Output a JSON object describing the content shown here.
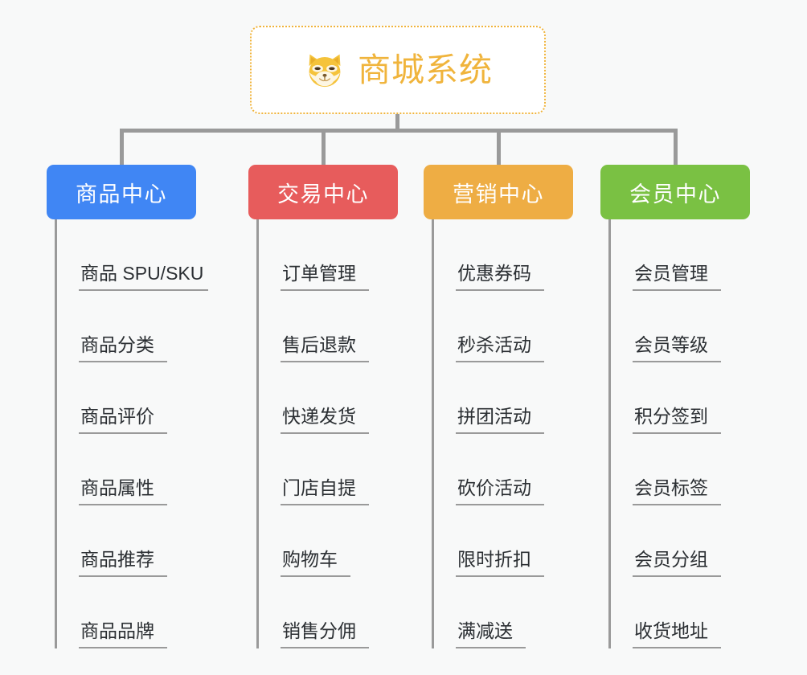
{
  "diagram": {
    "title": "商城系统",
    "type": "mindmap",
    "background_color": "#f8f9f9",
    "connector_color": "#9a9a9a"
  },
  "root": {
    "label": "商城系统",
    "icon": "shiba-dog-face-icon",
    "text_color": "#f0b43c",
    "border_color": "#f0b43c",
    "background_color": "#ffffff"
  },
  "branches": [
    {
      "id": "product-center",
      "label": "商品中心",
      "color": "#4086f4",
      "items": [
        {
          "label": "商品 SPU/SKU"
        },
        {
          "label": "商品分类"
        },
        {
          "label": "商品评价"
        },
        {
          "label": "商品属性"
        },
        {
          "label": "商品推荐"
        },
        {
          "label": "商品品牌"
        }
      ]
    },
    {
      "id": "trade-center",
      "label": "交易中心",
      "color": "#e75c5c",
      "items": [
        {
          "label": "订单管理"
        },
        {
          "label": "售后退款"
        },
        {
          "label": "快递发货"
        },
        {
          "label": "门店自提"
        },
        {
          "label": "购物车"
        },
        {
          "label": "销售分佣"
        }
      ]
    },
    {
      "id": "marketing-center",
      "label": "营销中心",
      "color": "#eead44",
      "items": [
        {
          "label": "优惠券码"
        },
        {
          "label": "秒杀活动"
        },
        {
          "label": "拼团活动"
        },
        {
          "label": "砍价活动"
        },
        {
          "label": "限时折扣"
        },
        {
          "label": "满减送"
        }
      ]
    },
    {
      "id": "member-center",
      "label": "会员中心",
      "color": "#7ac143",
      "items": [
        {
          "label": "会员管理"
        },
        {
          "label": "会员等级"
        },
        {
          "label": "积分签到"
        },
        {
          "label": "会员标签"
        },
        {
          "label": "会员分组"
        },
        {
          "label": "收货地址"
        }
      ]
    }
  ]
}
